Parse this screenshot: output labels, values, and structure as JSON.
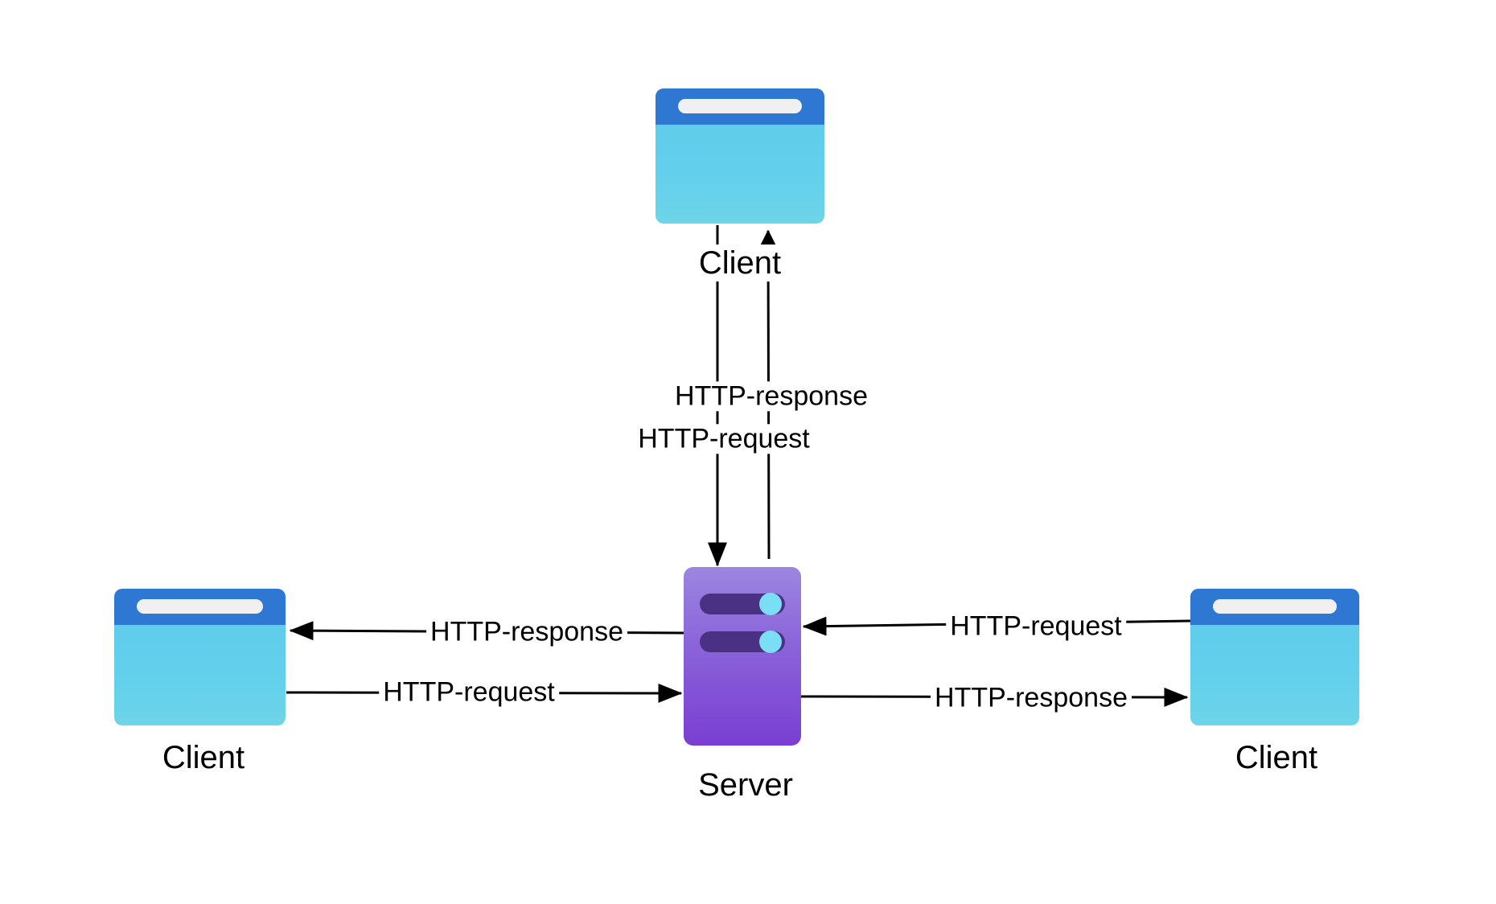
{
  "diagram": {
    "type": "client-server-architecture",
    "background_color": "#ffffff",
    "nodes": [
      {
        "id": "client-top",
        "icon": "browser-icon",
        "label": "Client"
      },
      {
        "id": "client-left",
        "icon": "browser-icon",
        "label": "Client"
      },
      {
        "id": "client-right",
        "icon": "browser-icon",
        "label": "Client"
      },
      {
        "id": "server",
        "icon": "server-icon",
        "label": "Server"
      }
    ],
    "edges": [
      {
        "id": "top-request",
        "from": "client-top",
        "to": "server",
        "label": "HTTP-request",
        "arrow_direction": "down"
      },
      {
        "id": "top-response",
        "from": "server",
        "to": "client-top",
        "label": "HTTP-response",
        "arrow_direction": "up"
      },
      {
        "id": "left-response",
        "from": "server",
        "to": "client-left",
        "label": "HTTP-response",
        "arrow_direction": "left"
      },
      {
        "id": "left-request",
        "from": "client-left",
        "to": "server",
        "label": "HTTP-request",
        "arrow_direction": "right"
      },
      {
        "id": "right-request",
        "from": "client-right",
        "to": "server",
        "label": "HTTP-request",
        "arrow_direction": "left"
      },
      {
        "id": "right-response",
        "from": "server",
        "to": "client-right",
        "label": "HTTP-response",
        "arrow_direction": "right"
      }
    ],
    "colors": {
      "browser_header": "#2E77D2",
      "browser_body_top": "#5FCDEB",
      "browser_body_bottom": "#6FD5E8",
      "address_bar": "#F0F0F0",
      "server_gradient_top": "#9C86E1",
      "server_gradient_bottom": "#7A3ED2",
      "server_slot": "#4A3184",
      "server_led": "#7ADEF4",
      "edge_line": "#000000",
      "label_text": "#000000"
    }
  }
}
